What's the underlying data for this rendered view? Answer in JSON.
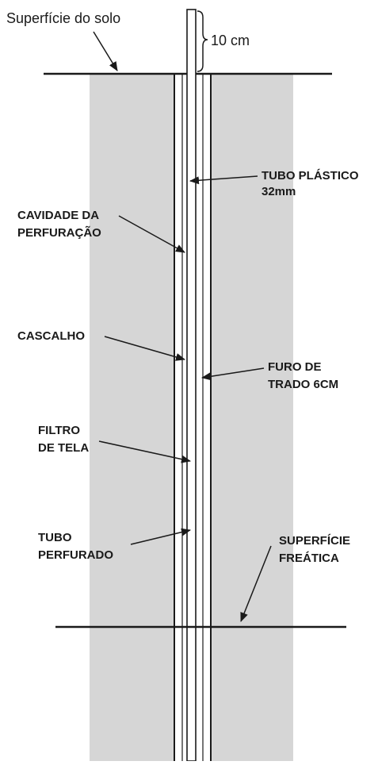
{
  "diagram": {
    "labels": {
      "ground_surface": "Superfície do solo",
      "extension": "10 cm",
      "plastic_tube": [
        "TUBO PLÁSTICO",
        "32mm"
      ],
      "borehole_cavity": [
        "CAVIDADE DA",
        "PERFURAÇÃO"
      ],
      "gravel": "CASCALHO",
      "auger_hole": [
        "FURO DE",
        "TRADO 6CM"
      ],
      "screen_filter": [
        "FILTRO",
        "DE TELA"
      ],
      "perforated_tube": [
        "TUBO",
        "PERFURADO"
      ],
      "water_table": [
        "SUPERFÍCIE",
        "FREÁTICA"
      ]
    },
    "colors": {
      "soil": "#d6d6d6",
      "line": "#1a1a1a",
      "background": "#ffffff"
    }
  }
}
